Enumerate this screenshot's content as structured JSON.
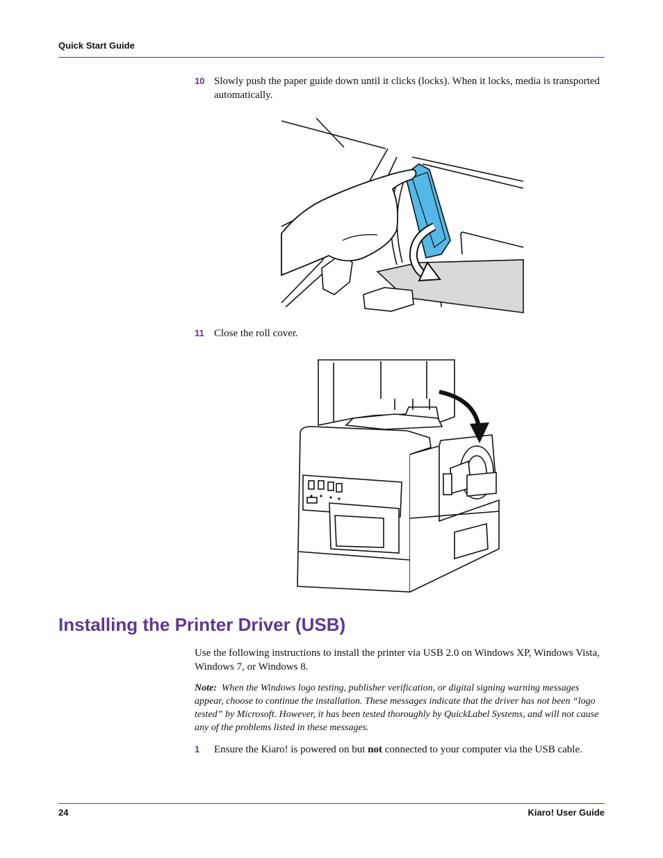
{
  "header": {
    "section": "Quick Start Guide"
  },
  "steps_top": [
    {
      "num": "10",
      "text": "Slowly push the paper guide down until it clicks (locks). When it locks, media is transported automatically."
    },
    {
      "num": "11",
      "text": "Close the roll cover."
    }
  ],
  "section": {
    "title": "Installing the Printer Driver (USB)",
    "intro": "Use the following instructions to install the printer via USB 2.0 on Windows XP, Windows Vista, Windows 7, or Windows 8.",
    "note_label": "Note:",
    "note_text": "When the Windows logo testing, publisher verification, or digital signing warning messages appear, choose to continue the installation. These messages indicate that the driver has not been “logo tested” by Microsoft. However, it has been tested thoroughly by QuickLabel Systems, and will not cause any of the problems listed in these messages.",
    "step1": {
      "num": "1",
      "before": "Ensure the Kiaro! is powered on but ",
      "bold": "not",
      "after": " connected to your computer via the USB cable."
    }
  },
  "footer": {
    "page": "24",
    "title": "Kiaro! User Guide"
  },
  "colors": {
    "accent": "#5b3a8e",
    "guide_blue": "#55b8e6",
    "media_gray": "#d9d9d9"
  }
}
